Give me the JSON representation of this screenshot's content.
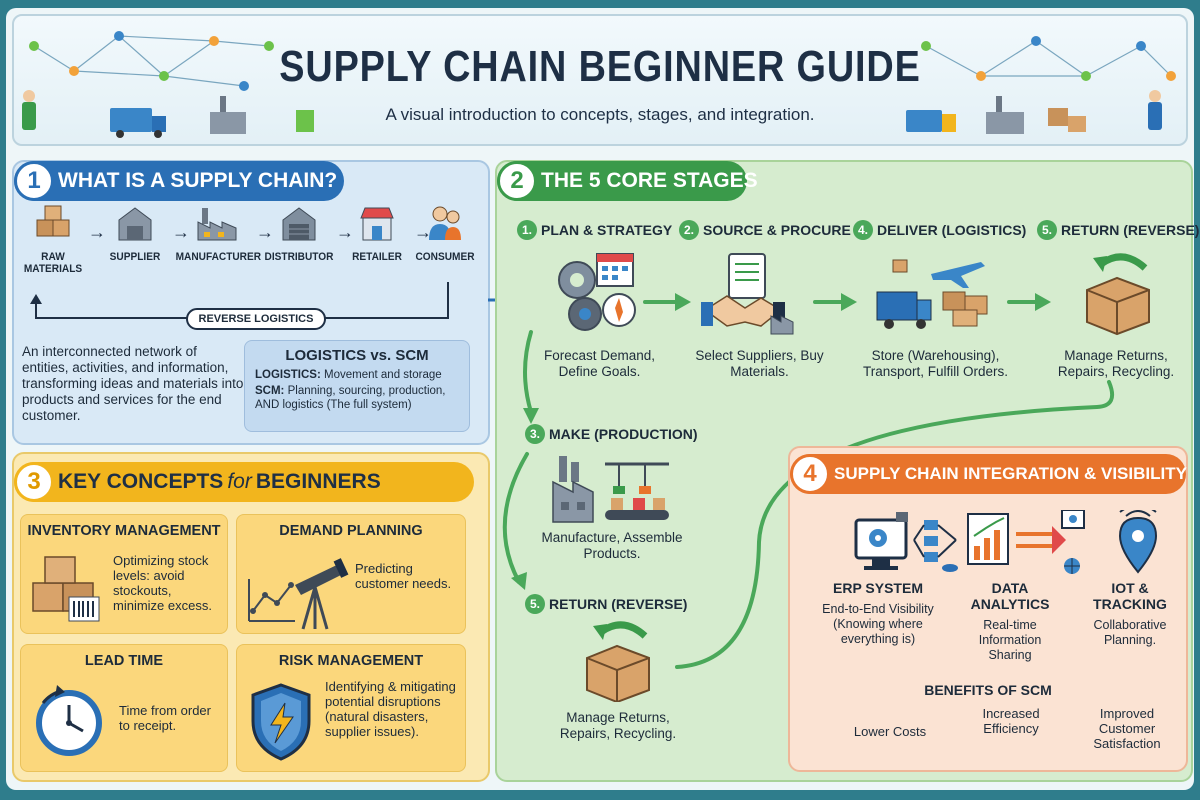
{
  "header": {
    "title": "SUPPLY CHAIN BEGINNER GUIDE",
    "subtitle": "A visual introduction to concepts, stages, and integration."
  },
  "section1": {
    "num": "1",
    "title": "WHAT IS A SUPPLY CHAIN?",
    "flow": [
      "RAW MATERIALS",
      "SUPPLIER",
      "MANUFACTURER",
      "DISTRIBUTOR",
      "RETAILER",
      "CONSUMER"
    ],
    "reverse_label": "REVERSE LOGISTICS",
    "description": "An interconnected network of entities, activities, and information, transforming ideas and materials into products and services for the end customer.",
    "comparison": {
      "title": "LOGISTICS vs. SCM",
      "logistics_key": "LOGISTICS:",
      "logistics_val": "Movement and storage",
      "scm_key": "SCM:",
      "scm_val": "Planning, sourcing, production, AND logistics (The full system)"
    }
  },
  "section2": {
    "num": "2",
    "title": "THE 5 CORE STAGES",
    "stages": [
      {
        "num": "1.",
        "title": "PLAN & STRATEGY",
        "desc": "Forecast Demand, Define Goals."
      },
      {
        "num": "2.",
        "title": "SOURCE & PROCURE",
        "desc": "Select Suppliers, Buy Materials."
      },
      {
        "num": "4.",
        "title": "DELIVER (LOGISTICS)",
        "desc": "Store (Warehousing), Transport, Fulfill Orders."
      },
      {
        "num": "5.",
        "title": "RETURN (REVERSE)",
        "desc": "Manage Returns, Repairs, Recycling."
      },
      {
        "num": "3.",
        "title": "MAKE (PRODUCTION)",
        "desc": "Manufacture, Assemble Products."
      },
      {
        "num": "5.",
        "title": "RETURN (REVERSE)",
        "desc": "Manage Returns, Repairs, Recycling."
      }
    ]
  },
  "section3": {
    "num": "3",
    "title_a": "KEY CONCEPTS ",
    "title_b": "for",
    "title_c": " BEGINNERS",
    "concepts": [
      {
        "title": "INVENTORY MANAGEMENT",
        "desc": "Optimizing stock levels: avoid stockouts, minimize excess."
      },
      {
        "title": "DEMAND PLANNING",
        "desc": "Predicting customer needs."
      },
      {
        "title": "LEAD TIME",
        "desc": "Time from order to receipt."
      },
      {
        "title": "RISK MANAGEMENT",
        "desc": "Identifying & mitigating potential disruptions (natural disasters, supplier issues)."
      }
    ]
  },
  "section4": {
    "num": "4",
    "title": "SUPPLY CHAIN INTEGRATION & VISIBILITY",
    "columns": [
      {
        "title": "ERP SYSTEM",
        "desc": "End-to-End Visibility (Knowing where everything is)"
      },
      {
        "title": "DATA ANALYTICS",
        "desc": "Real-time Information Sharing"
      },
      {
        "title": "IOT & TRACKING",
        "desc": "Collaborative Planning."
      }
    ],
    "benefits_title": "BENEFITS OF SCM",
    "benefits": [
      "Lower Costs",
      "Increased Efficiency",
      "Improved Customer Satisfaction"
    ]
  },
  "colors": {
    "blue": "#2a6fb5",
    "green": "#3a9a4a",
    "yellow": "#f2b51d",
    "orange": "#e8742c",
    "navy": "#1e2f45"
  }
}
